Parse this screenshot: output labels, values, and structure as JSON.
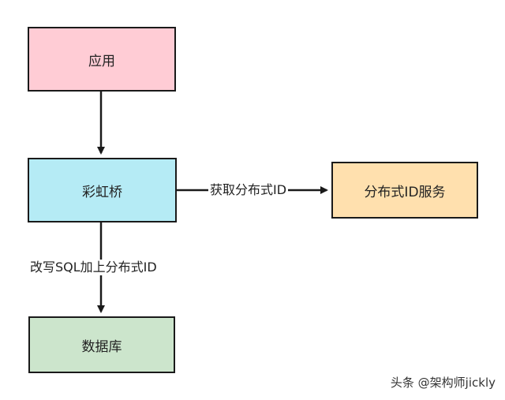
{
  "nodes": {
    "app": {
      "label": "应用",
      "color": "#ffccd5"
    },
    "bridge": {
      "label": "彩虹桥",
      "color": "#b5ebf5"
    },
    "id_service": {
      "label": "分布式ID服务",
      "color": "#ffe0ae"
    },
    "database": {
      "label": "数据库",
      "color": "#cce5cc"
    }
  },
  "edges": {
    "get_id_label": "获取分布式ID",
    "rewrite_sql_label": "改写SQL加上分布式ID"
  },
  "watermark": "头条 @架构师jickly"
}
